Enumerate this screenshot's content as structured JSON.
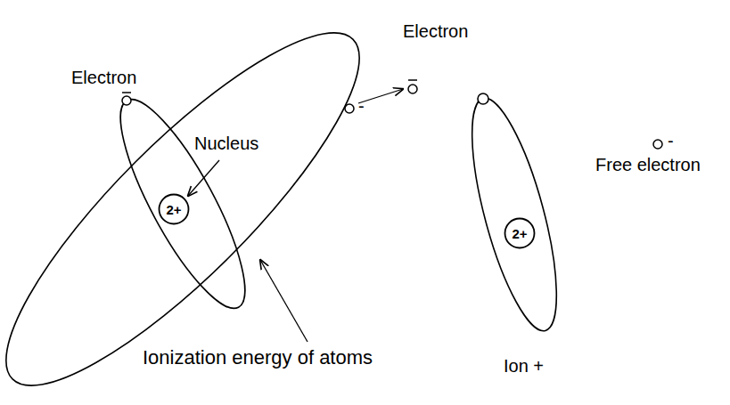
{
  "diagram": {
    "nodes": [
      {
        "text": [
          "2+"
        ]
      },
      {
        "text": [
          "2+"
        ]
      }
    ],
    "labels": [
      "Electron",
      "Electron",
      "Nucleus",
      "-",
      "-",
      "Free electron",
      "Ionization energy of atoms",
      "Ion +"
    ]
  }
}
